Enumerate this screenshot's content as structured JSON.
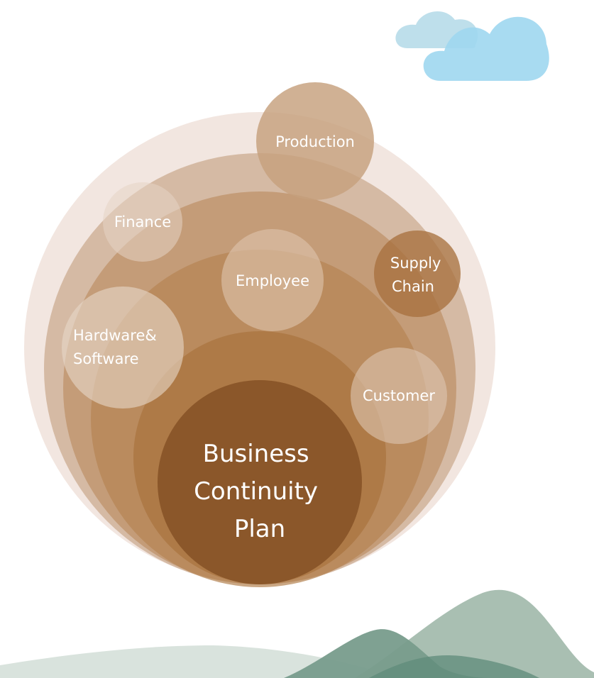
{
  "diagram": {
    "center": {
      "lines": [
        "Business",
        "Continuity",
        "Plan"
      ]
    },
    "bubbles": [
      {
        "id": "production",
        "lines": [
          "Production"
        ]
      },
      {
        "id": "finance",
        "lines": [
          "Finance"
        ]
      },
      {
        "id": "employee",
        "lines": [
          "Employee"
        ]
      },
      {
        "id": "supply-chain",
        "lines": [
          "Supply",
          "Chain"
        ]
      },
      {
        "id": "hardware-software",
        "lines": [
          "Hardware&",
          "Software"
        ]
      },
      {
        "id": "customer",
        "lines": [
          "Customer"
        ]
      }
    ]
  },
  "colors": {
    "ring_outer": "#f2e6e0",
    "ring_2": "#d0b299",
    "ring_3": "#bf946c",
    "ring_4": "#b58554",
    "ring_5": "#aa7440",
    "core": "#8b572a",
    "bubble_light": "#e8d8c9",
    "bubble_mid": "#c8a27f",
    "bubble_dark": "#a8713f",
    "cloud_back": "#b7dbe9",
    "cloud_front": "#9fd7ef",
    "hill_light": "#d9e3dd",
    "hill_mid": "#a9bfb2",
    "hill_dark": "#789c8c"
  }
}
